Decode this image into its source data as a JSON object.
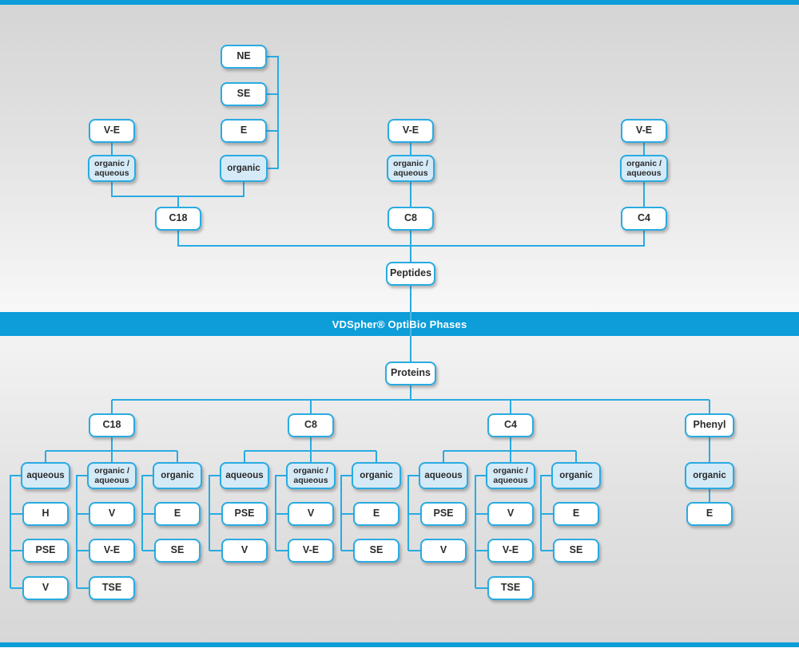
{
  "banner": {
    "title": "VDSpher® OptiBio Phases"
  },
  "colors": {
    "brand_blue": "#0d9dd9",
    "line_blue": "#29abe2",
    "highlight_fill": "#d5eaf7",
    "box_fill": "#ffffff",
    "text": "#2b2b2b"
  },
  "top_tree": {
    "root_label": "Peptides",
    "c18": {
      "label": "C18",
      "left": {
        "parent": "V-E",
        "mode": "organic /\naqueous"
      },
      "right": {
        "mode": "organic",
        "stack": [
          "NE",
          "SE",
          "E"
        ]
      }
    },
    "c8": {
      "label": "C8",
      "parent": "V-E",
      "mode": "organic /\naqueous"
    },
    "c4": {
      "label": "C4",
      "parent": "V-E",
      "mode": "organic /\naqueous"
    }
  },
  "bottom_tree": {
    "root_label": "Proteins",
    "columns": [
      {
        "label": "C18",
        "groups": [
          {
            "mode": "aqueous",
            "children": [
              "H",
              "PSE",
              "V"
            ]
          },
          {
            "mode": "organic /\naqueous",
            "children": [
              "V",
              "V-E",
              "TSE"
            ]
          },
          {
            "mode": "organic",
            "children": [
              "E",
              "SE"
            ]
          }
        ]
      },
      {
        "label": "C8",
        "groups": [
          {
            "mode": "aqueous",
            "children": [
              "PSE",
              "V"
            ]
          },
          {
            "mode": "organic /\naqueous",
            "children": [
              "V",
              "V-E"
            ]
          },
          {
            "mode": "organic",
            "children": [
              "E",
              "SE"
            ]
          }
        ]
      },
      {
        "label": "C4",
        "groups": [
          {
            "mode": "aqueous",
            "children": [
              "PSE",
              "V"
            ]
          },
          {
            "mode": "organic /\naqueous",
            "children": [
              "V",
              "V-E",
              "TSE"
            ]
          },
          {
            "mode": "organic",
            "children": [
              "E",
              "SE"
            ]
          }
        ]
      },
      {
        "label": "Phenyl",
        "groups": [
          {
            "mode": "organic",
            "children": [
              "E"
            ]
          }
        ]
      }
    ]
  }
}
